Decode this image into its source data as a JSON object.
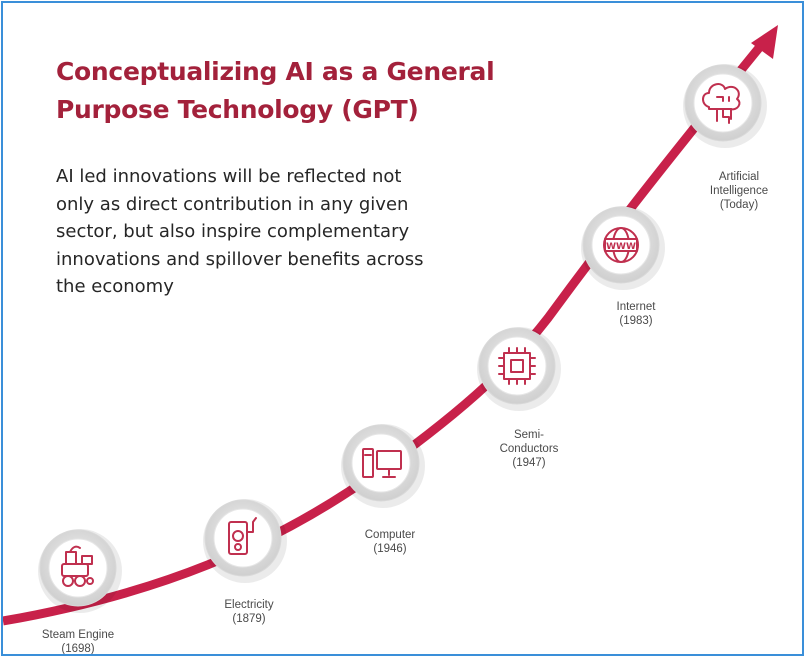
{
  "slide": {
    "title_line1": "Conceptualizing AI as a General",
    "title_line2": "Purpose Technology (GPT)",
    "body_lines": [
      "AI led innovations will be reflected not",
      "only as direct contribution in any given",
      "sector, but also inspire complementary",
      "innovations and spillover benefits across",
      "the economy"
    ]
  },
  "timeline": {
    "colors": {
      "curve": "#c8214a",
      "icon": "#c0304f",
      "ring": "#d9d9d9"
    },
    "milestones": [
      {
        "icon": "steam-engine-icon",
        "label_lines": [
          "Steam Engine",
          "(1698)"
        ]
      },
      {
        "icon": "electricity-icon",
        "label_lines": [
          "Electricity",
          "(1879)"
        ]
      },
      {
        "icon": "computer-icon",
        "label_lines": [
          "Computer",
          "(1946)"
        ]
      },
      {
        "icon": "semiconductor-icon",
        "label_lines": [
          "Semi-",
          "Conductors",
          "(1947)"
        ]
      },
      {
        "icon": "internet-icon",
        "label_lines": [
          "Internet",
          "(1983)"
        ]
      },
      {
        "icon": "artificial-intelligence-icon",
        "label_lines": [
          "Artificial",
          "Intelligence",
          "(Today)"
        ]
      }
    ]
  }
}
